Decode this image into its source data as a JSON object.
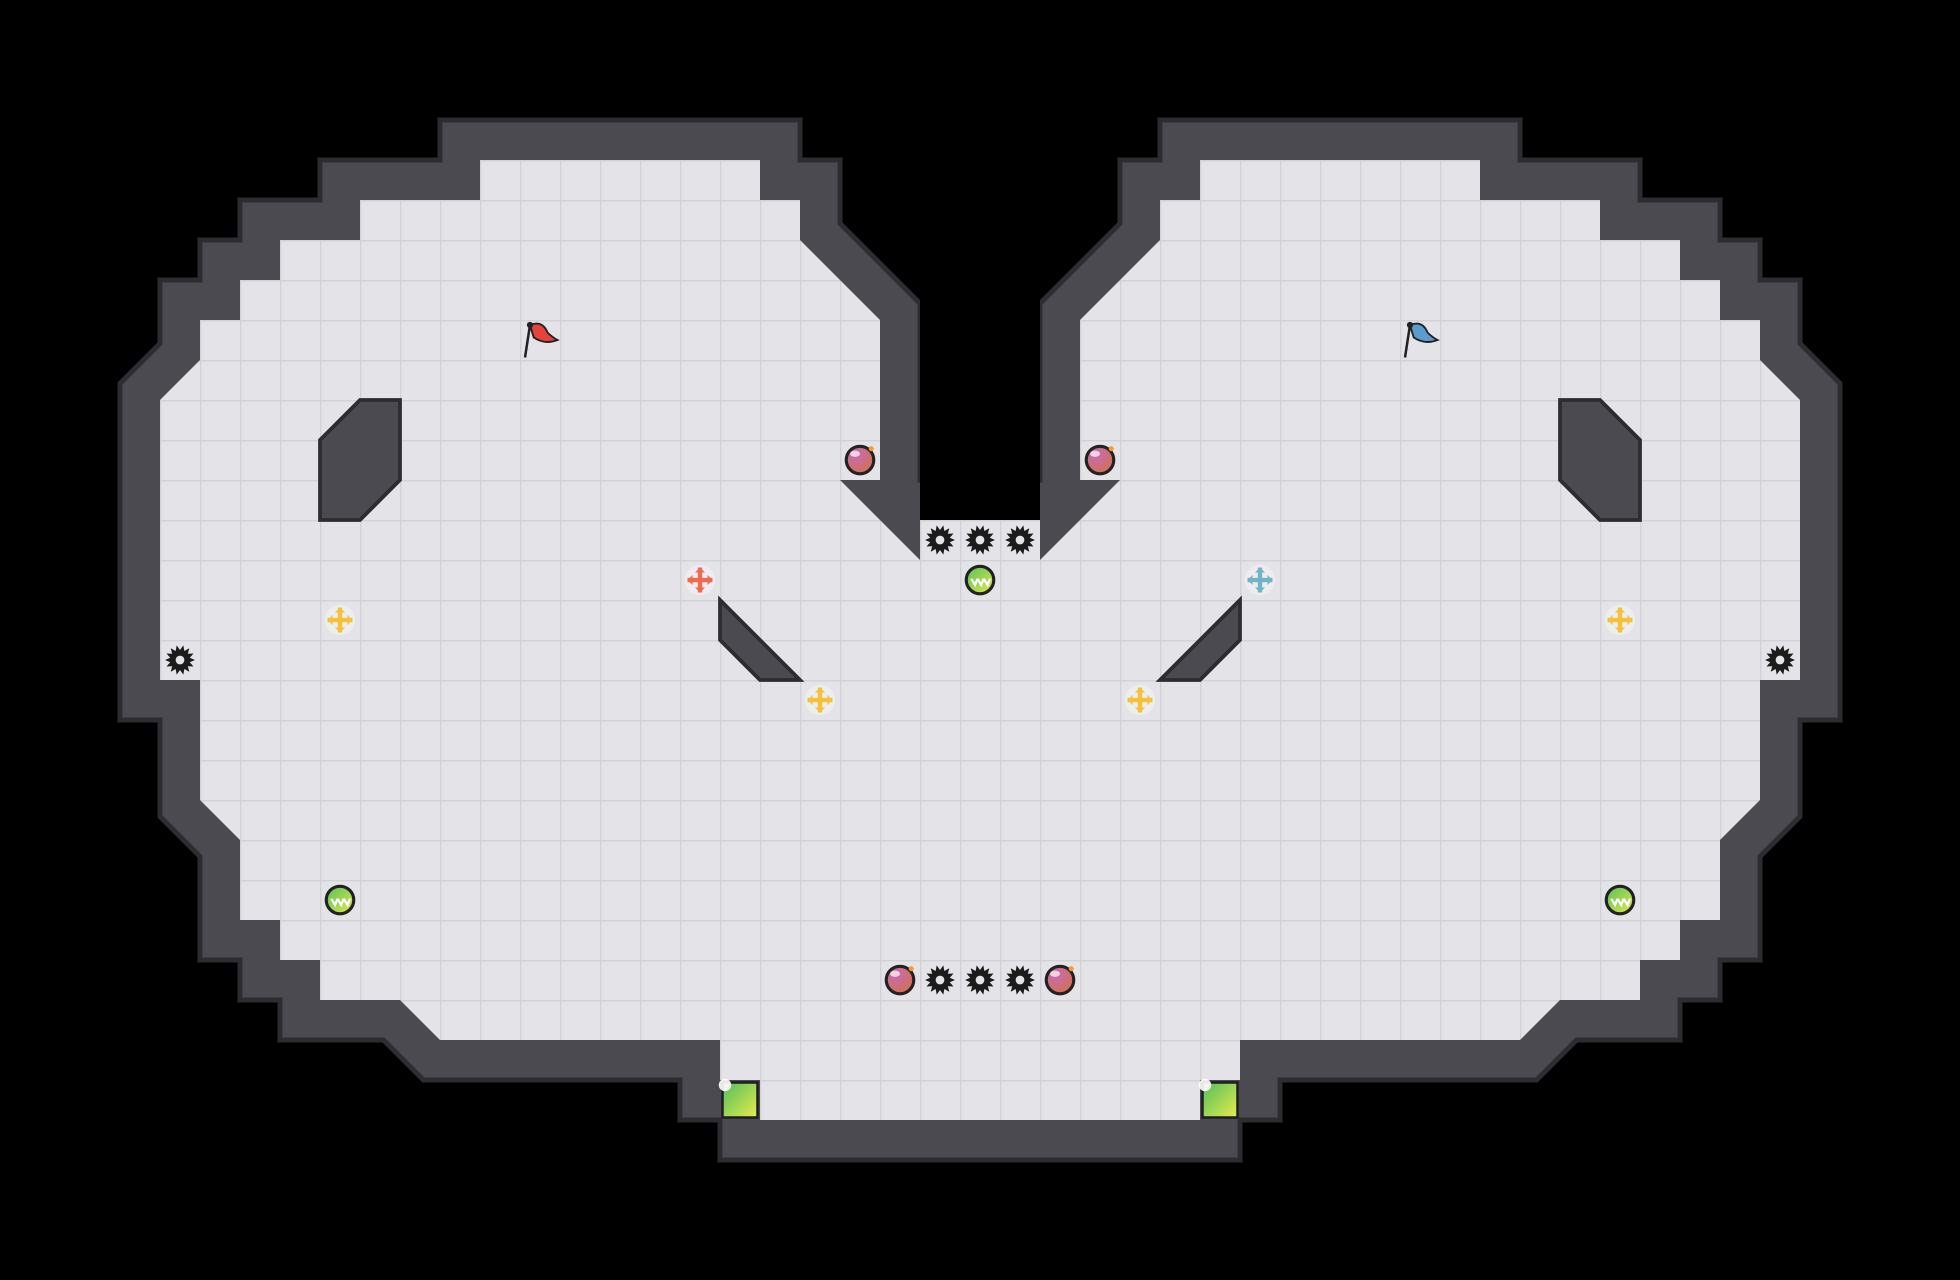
{
  "game": {
    "background_color": "#000000",
    "floor_color": "#e4e4e8",
    "grid_line_color": "#d2d2d7",
    "wall_color": "#4a4a50",
    "wall_edge_color": "#2c2c31"
  },
  "items": {
    "flag_red": {
      "name": "red-flag",
      "color": "#e8423c"
    },
    "flag_blue": {
      "name": "blue-flag",
      "color": "#5b9bd0"
    },
    "bomb": {
      "name": "bomb",
      "color": "#9b4a8c",
      "count": 4
    },
    "spike": {
      "name": "spike",
      "color": "#1c1c1c",
      "count": 8
    },
    "powerup": {
      "name": "neutral-boost",
      "color": "#7acb55",
      "count": 3
    },
    "boost_red": {
      "name": "red-team-boost",
      "color": "#ef6a4e",
      "count": 1
    },
    "boost_blue": {
      "name": "blue-team-boost",
      "color": "#72b4c6",
      "count": 1
    },
    "boost_yellow": {
      "name": "yellow-boost",
      "color": "#f2c23a",
      "count": 4
    },
    "gate": {
      "name": "green-gate-tile",
      "color": "#8ed25a",
      "count": 2
    }
  }
}
